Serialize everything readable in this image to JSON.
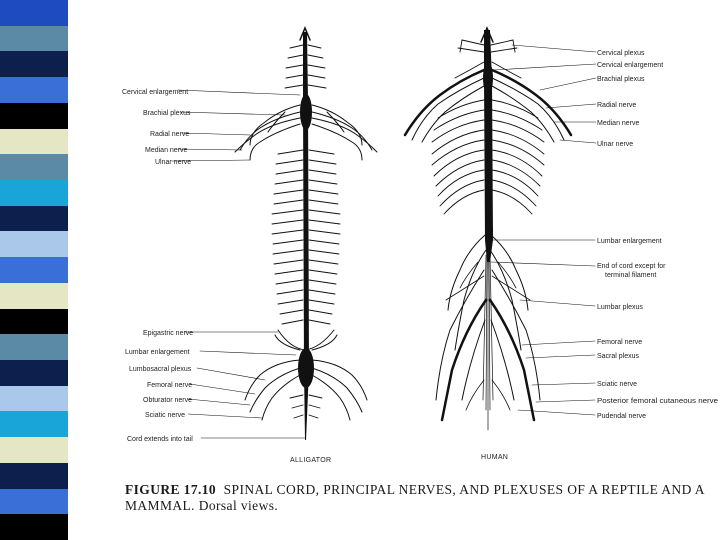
{
  "sidebar": {
    "squares": [
      {
        "color": "#1e4bbf"
      },
      {
        "color": "#5b8aa6"
      },
      {
        "color": "#0d1f4d"
      },
      {
        "color": "#3a6fd8"
      },
      {
        "color": "#000000"
      },
      {
        "color": "#e4e6c4"
      },
      {
        "color": "#5b8aa6"
      },
      {
        "color": "#1aa5d9"
      },
      {
        "color": "#0d1f4d"
      },
      {
        "color": "#a9c8ea"
      },
      {
        "color": "#3a6fd8"
      },
      {
        "color": "#e4e6c4"
      },
      {
        "color": "#000000"
      },
      {
        "color": "#5b8aa6"
      },
      {
        "color": "#0d1f4d"
      },
      {
        "color": "#a9c8ea"
      },
      {
        "color": "#1aa5d9"
      },
      {
        "color": "#e4e6c4"
      },
      {
        "color": "#0d1f4d"
      },
      {
        "color": "#3a6fd8"
      },
      {
        "color": "#000000"
      }
    ]
  },
  "figure": {
    "alligator": {
      "title": "ALLIGATOR",
      "labels_upper": [
        "Cervical enlargement",
        "Brachial plexus",
        "Radial nerve",
        "Median nerve",
        "Ulnar nerve"
      ],
      "labels_lower": [
        "Epigastric nerve",
        "Lumbar enlargement",
        "Lumbosacral plexus",
        "Femoral nerve",
        "Obturator nerve",
        "Sciatic nerve",
        "Cord extends into tail"
      ]
    },
    "human": {
      "title": "HUMAN",
      "labels": [
        "Cervical plexus",
        "Cervical enlargement",
        "Brachial plexus",
        "Radial nerve",
        "Median nerve",
        "Ulnar nerve",
        "Lumbar enlargement",
        "End of cord except for",
        "terminal filament",
        "Lumbar plexus",
        "Femoral nerve",
        "Sacral plexus",
        "Sciatic nerve",
        "Posterior femoral cutaneous nerve",
        "Pudendal nerve"
      ]
    }
  },
  "caption": {
    "figure_number": "FIGURE 17.10",
    "line1_text": "SPINAL CORD, PRINCIPAL NERVES, AND PLEXUSES OF A REPTILE AND A",
    "line2_text": "MAMMAL. Dorsal views."
  }
}
